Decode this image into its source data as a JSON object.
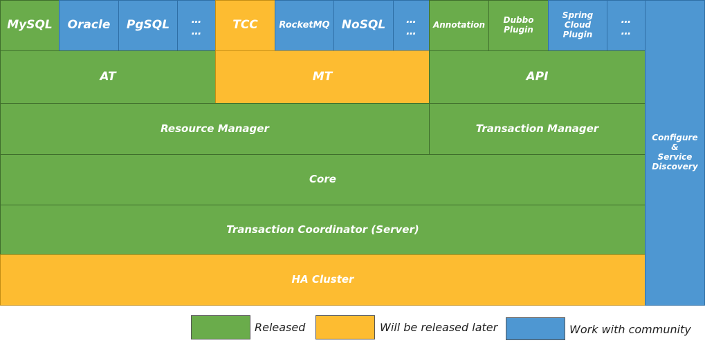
{
  "top_row": [
    {
      "label": "MySQL",
      "status": "released"
    },
    {
      "label": "Oracle",
      "status": "community"
    },
    {
      "label": "PgSQL",
      "status": "community"
    },
    {
      "label": "…\n…",
      "status": "community"
    },
    {
      "label": "TCC",
      "status": "later"
    },
    {
      "label": "RocketMQ",
      "status": "community"
    },
    {
      "label": "NoSQL",
      "status": "community"
    },
    {
      "label": "…\n…",
      "status": "community"
    },
    {
      "label": "Annotation",
      "status": "released"
    },
    {
      "label": "Dubbo\nPlugin",
      "status": "released"
    },
    {
      "label": "Spring\nCloud\nPlugin",
      "status": "community"
    },
    {
      "label": "…\n…",
      "status": "community"
    }
  ],
  "modes": {
    "at": "AT",
    "mt": "MT",
    "api": "API"
  },
  "managers": {
    "resource": "Resource Manager",
    "transaction": "Transaction Manager"
  },
  "core": "Core",
  "coordinator": "Transaction Coordinator (Server)",
  "ha_cluster": "HA Cluster",
  "side": "Configure\n&\nService\nDiscovery",
  "legend": {
    "released": "Released",
    "later": "Will be released later",
    "community": "Work with community"
  },
  "colors": {
    "released": "#6aac4b",
    "later": "#fdbc31",
    "community": "#4e97d2"
  }
}
